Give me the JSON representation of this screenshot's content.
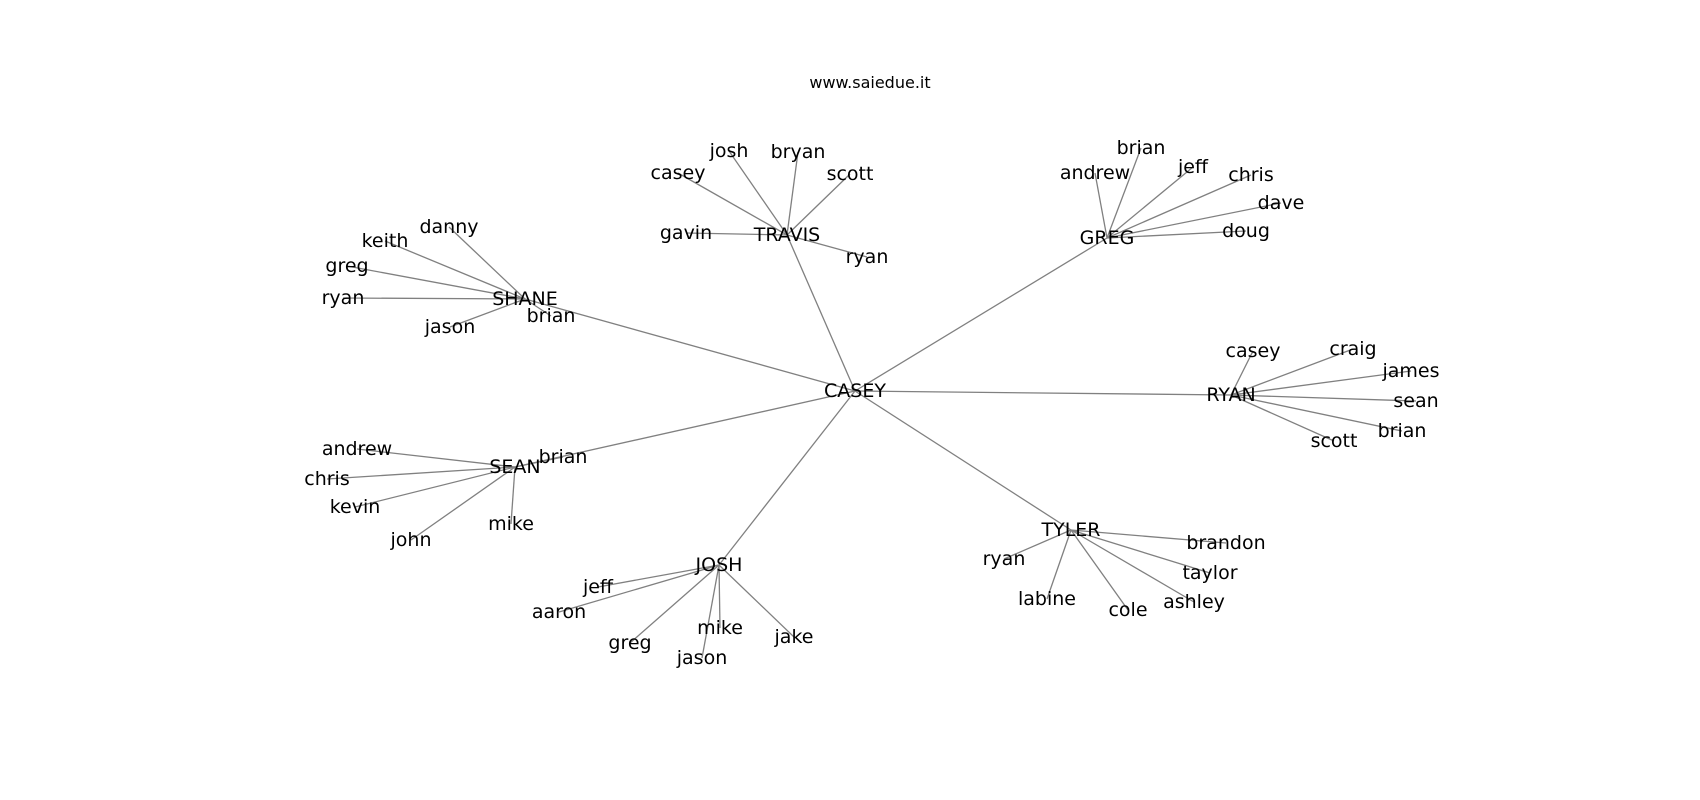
{
  "page": {
    "site_title": "www.saiedue.it"
  },
  "style": {
    "edge_color": "#808080",
    "text_color": "#000000",
    "background": "#ffffff"
  },
  "graph": {
    "center": "CASEY",
    "hubs": [
      {
        "name": "SHANE",
        "leaves": [
          "danny",
          "keith",
          "greg",
          "ryan",
          "jason",
          "brian"
        ]
      },
      {
        "name": "TRAVIS",
        "leaves": [
          "josh",
          "bryan",
          "casey",
          "scott",
          "gavin",
          "ryan"
        ]
      },
      {
        "name": "GREG",
        "leaves": [
          "brian",
          "andrew",
          "jeff",
          "chris",
          "dave",
          "doug"
        ]
      },
      {
        "name": "RYAN",
        "leaves": [
          "casey",
          "craig",
          "james",
          "sean",
          "brian",
          "scott"
        ]
      },
      {
        "name": "TYLER",
        "leaves": [
          "ryan",
          "brandon",
          "taylor",
          "labine",
          "ashley",
          "cole"
        ]
      },
      {
        "name": "JOSH",
        "leaves": [
          "jeff",
          "aaron",
          "mike",
          "greg",
          "jason",
          "jake"
        ]
      },
      {
        "name": "SEAN",
        "leaves": [
          "andrew",
          "chris",
          "brian",
          "kevin",
          "mike",
          "john"
        ]
      }
    ]
  }
}
